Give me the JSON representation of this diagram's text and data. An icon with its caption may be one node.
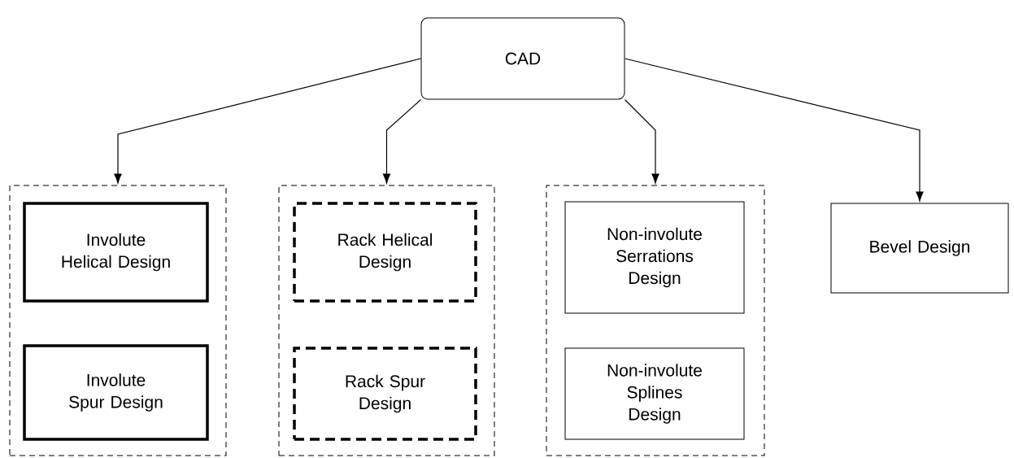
{
  "diagram": {
    "nodes": [
      {
        "text": [
          "CAD"
        ]
      },
      {
        "text": [],
        "shape": "box"
      },
      {
        "text": [
          "Involute Helical Design"
        ],
        "in": 1
      },
      {
        "text": [
          "Involute Spur Design"
        ],
        "in": 1
      },
      {
        "text": [],
        "shape": "box"
      },
      {
        "text": [
          "Rack Helical Design"
        ],
        "in": 4
      },
      {
        "text": [
          "Rack Spur Design"
        ],
        "in": 4
      },
      {
        "text": [],
        "shape": "box"
      },
      {
        "text": [
          "Non-involute Serrations Design"
        ],
        "in": 7
      },
      {
        "text": [
          "Non-involute Splines Design"
        ],
        "in": 7
      },
      {
        "text": [
          "Bevel Design"
        ]
      }
    ],
    "edges": [
      {
        "from": 0,
        "to": 1,
        "arrow": "to"
      },
      {
        "from": 0,
        "to": 4,
        "arrow": "to"
      },
      {
        "from": 0,
        "to": 7,
        "arrow": "to"
      },
      {
        "from": 0,
        "to": 10,
        "arrow": "to"
      }
    ]
  }
}
